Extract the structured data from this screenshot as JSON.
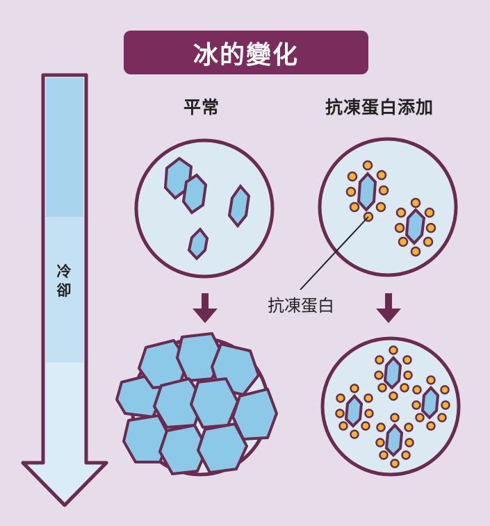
{
  "title": "冰的變化",
  "columns": {
    "left": "平常",
    "right": "抗凍蛋白添加"
  },
  "arrow_label": "冷卻",
  "callout": "抗凍蛋白",
  "colors": {
    "background": "#e7ddea",
    "title_bg": "#7a2c5c",
    "outline": "#6b2a4f",
    "circle_fill": "#dbe9f3",
    "crystal_fill": "#8cc8e8",
    "protein_dot": "#f3b62b",
    "arrow_fill_top": "#a9d4ee",
    "arrow_fill_bottom": "#d9ecf7"
  }
}
